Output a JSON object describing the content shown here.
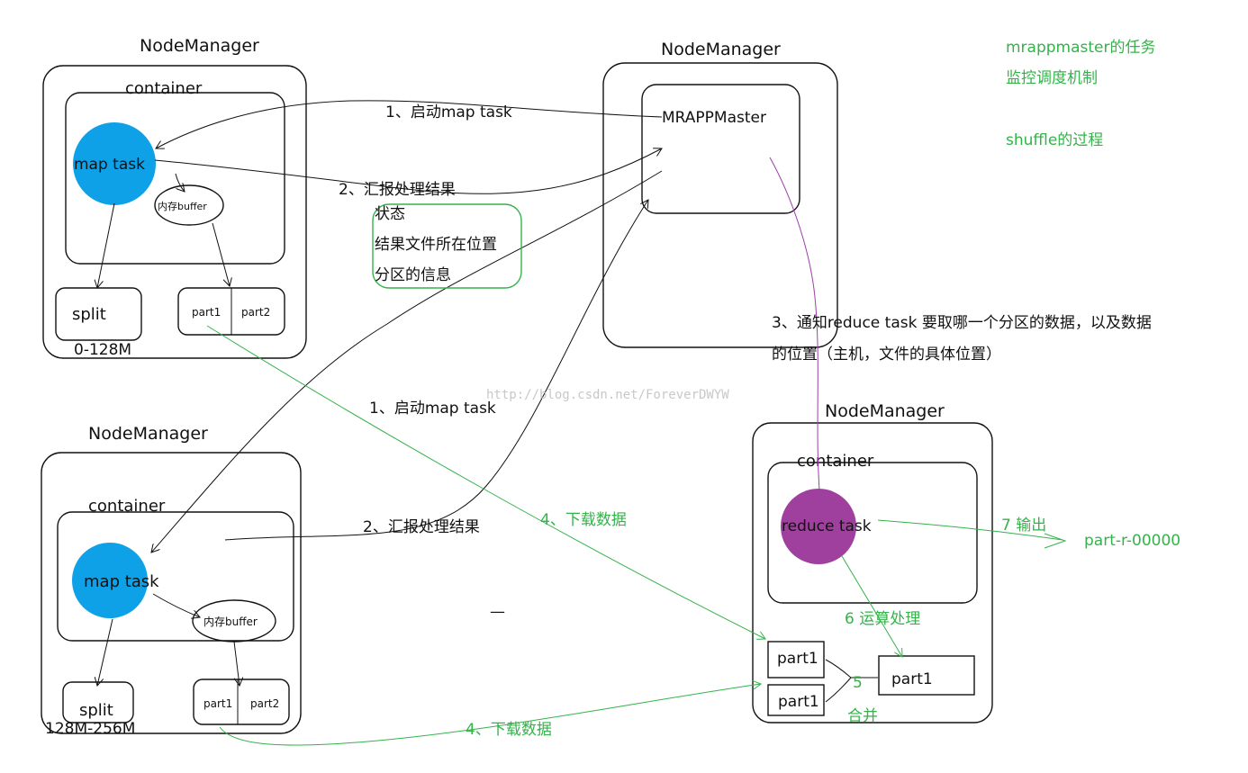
{
  "diagram": {
    "nm_top_left": {
      "title": "NodeManager",
      "container": "container",
      "task": "map task",
      "buffer": "内存buffer",
      "split": "split",
      "part_a": "part1",
      "part_b": "part2",
      "range": "0-128M"
    },
    "nm_bottom_left": {
      "title": "NodeManager",
      "container": "container",
      "task": "map task",
      "buffer": "内存buffer",
      "split": "split",
      "part_a": "part1",
      "part_b": "part2",
      "range": "128M-256M"
    },
    "nm_master": {
      "title": "NodeManager",
      "master": "MRAPPMaster"
    },
    "nm_reduce": {
      "title": "NodeManager",
      "container": "container",
      "task": "reduce task",
      "in_part_1": "part1",
      "in_part_2": "part1",
      "merged_part": "part1"
    },
    "edges": {
      "start_map_1": "1、启动map task",
      "report_1": "2、汇报处理结果",
      "start_map_2": "1、启动map task",
      "report_2": "2、汇报处理结果",
      "notify_line1": "3、通知reduce task 要取哪一个分区的数据，以及数据",
      "notify_line2": "的位置（主机，文件的具体位置）",
      "download_1": "4、下载数据",
      "download_2": "4、下载数据",
      "merge_num": "5",
      "merge_label": "合并",
      "compute": "6 运算处理",
      "output_label": "7 输出",
      "output_file": "part-r-00000"
    },
    "report_details": [
      "状态",
      "结果文件所在位置",
      "分区的信息"
    ],
    "notes": [
      "mrappmaster的任务",
      "监控调度机制",
      "shuffle的过程"
    ],
    "dash_mark": "—",
    "watermark": "http://blog.csdn.net/ForeverDWYW",
    "colors": {
      "map_task": "#0ea1e8",
      "reduce_task": "#a0409e",
      "green": "#34b34a",
      "purple": "#9b3fa8"
    }
  }
}
